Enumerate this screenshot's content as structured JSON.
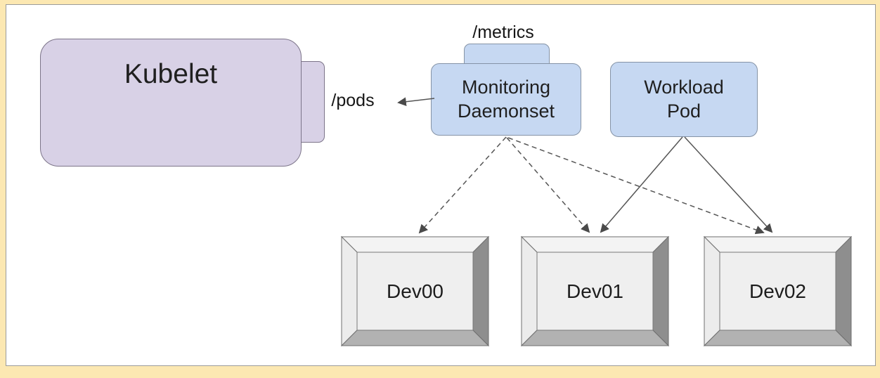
{
  "diagram": {
    "description": "Kubernetes node monitoring diagram",
    "nodes": {
      "kubelet": {
        "label": "Kubelet",
        "endpoint_label": "/pods"
      },
      "monitoring_daemonset": {
        "label": "Monitoring\nDaemonset",
        "endpoint_label": "/metrics"
      },
      "workload_pod": {
        "label": "Workload\nPod"
      }
    },
    "devices": [
      {
        "label": "Dev00"
      },
      {
        "label": "Dev01"
      },
      {
        "label": "Dev02"
      }
    ],
    "edges": [
      {
        "from": "monitoring-daemonset",
        "to": "kubelet-/pods",
        "style": "solid-arrow"
      },
      {
        "from": "monitoring-daemonset",
        "to": "Dev00",
        "style": "dashed-arrow"
      },
      {
        "from": "monitoring-daemonset",
        "to": "Dev01",
        "style": "dashed-arrow"
      },
      {
        "from": "monitoring-daemonset",
        "to": "Dev02",
        "style": "dashed-arrow"
      },
      {
        "from": "workload-pod",
        "to": "Dev01",
        "style": "solid-arrow"
      },
      {
        "from": "workload-pod",
        "to": "Dev02",
        "style": "solid-arrow"
      }
    ],
    "colors": {
      "outer_border": "#FCE8B2",
      "panel_background": "#FFFFFF",
      "panel_border": "#9B9B9B",
      "kubelet_fill": "#D8D1E6",
      "kubelet_stroke": "#7C7489",
      "pod_fill": "#C6D8F2",
      "pod_stroke": "#8593A6",
      "device_face": "#EFEFEF",
      "device_bevel_dark": "#8E8E8E",
      "arrow": "#4A4A4A",
      "text": "#1F1F1F"
    }
  }
}
